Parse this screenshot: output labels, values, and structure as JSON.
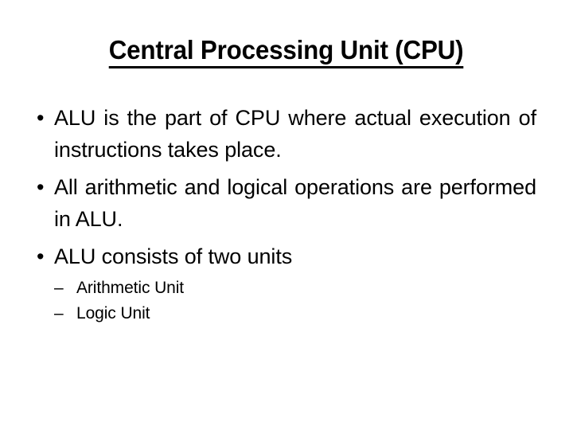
{
  "slide": {
    "background_color": "#ffffff",
    "text_color": "#000000",
    "title": "Central Processing Unit (CPU)",
    "bullets": [
      {
        "marker": "•",
        "text": "ALU is the part of CPU where actual execution of instructions takes place.",
        "sub_bullets": []
      },
      {
        "marker": "•",
        "text": "All arithmetic and logical operations are performed in ALU.",
        "sub_bullets": []
      },
      {
        "marker": "•",
        "text": "ALU consists of two units",
        "sub_bullets": [
          {
            "marker": "–",
            "text": "Arithmetic Unit"
          },
          {
            "marker": "–",
            "text": "Logic Unit"
          }
        ]
      }
    ]
  }
}
